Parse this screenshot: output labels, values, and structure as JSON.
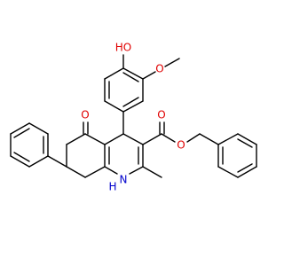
{
  "colors": {
    "bond": "#000000",
    "oxygen": "#e00000",
    "nitrogen": "#0000cc",
    "background": "#ffffff"
  },
  "labels": {
    "hydroxyl": "HO",
    "methoxy_o": "O",
    "ketone_o": "O",
    "ester_carbonyl_o": "O",
    "ester_o": "O",
    "amine": "H",
    "amine_n": "N"
  }
}
